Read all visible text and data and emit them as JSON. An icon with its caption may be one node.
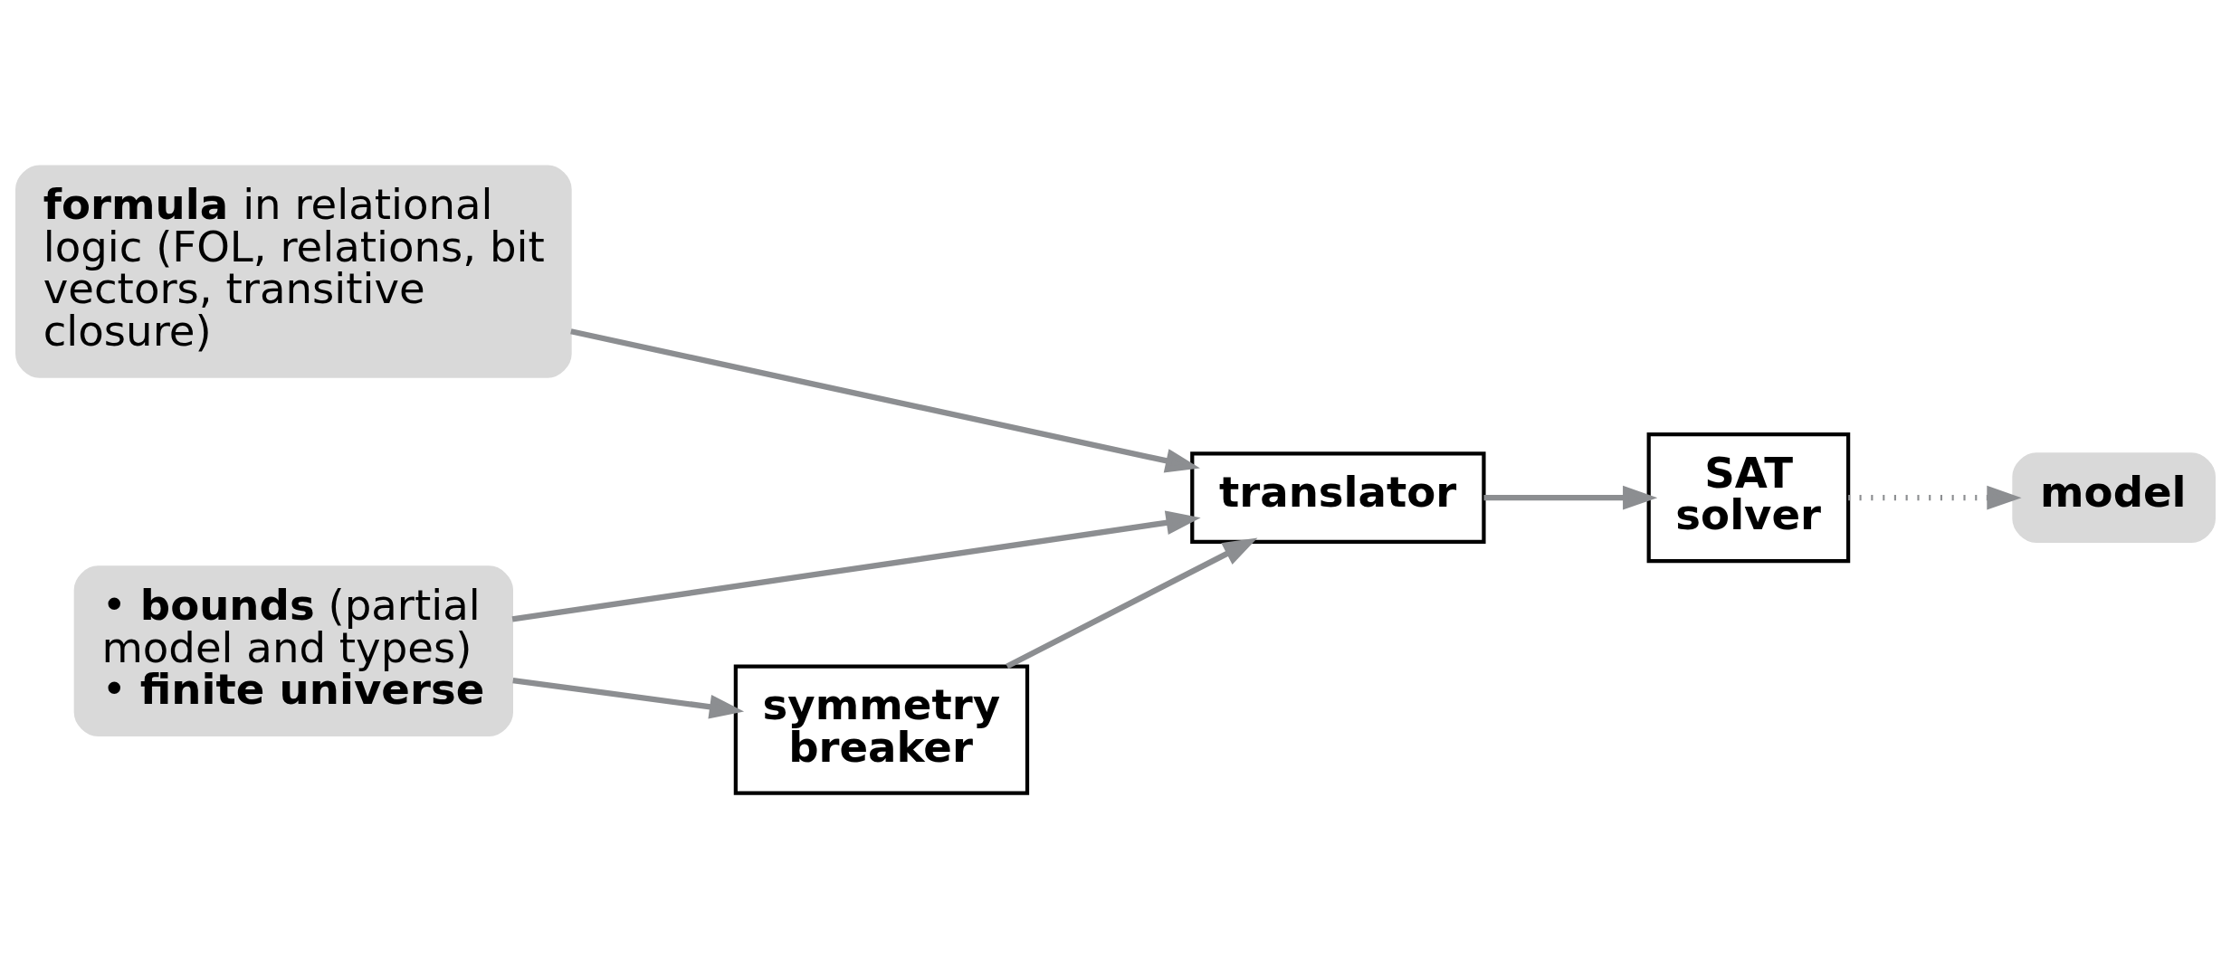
{
  "diagram": {
    "nodes": [
      {
        "text": [
          "**formula** in relational logic (FOL, relations, bit vectors, transitive closure)"
        ]
      },
      {
        "text": [
          "translator"
        ]
      },
      {
        "text": [
          "SAT solver"
        ]
      },
      {
        "text": [
          "model"
        ]
      },
      {
        "text": [
          "• **bounds** (partial model and types)",
          "• **finite universe**"
        ]
      },
      {
        "text": [
          "symmetry breaker"
        ]
      }
    ],
    "edges": [
      {
        "from": 0,
        "to": 1,
        "arrow": "to"
      },
      {
        "from": 1,
        "to": 2,
        "arrow": "to"
      },
      {
        "from": 2,
        "to": 3,
        "arrow": "to",
        "style": "dashed"
      },
      {
        "from": 4,
        "to": 1,
        "arrow": "to"
      },
      {
        "from": 4,
        "to": 5,
        "arrow": "to"
      },
      {
        "from": 5,
        "to": 1,
        "arrow": "to"
      }
    ]
  }
}
